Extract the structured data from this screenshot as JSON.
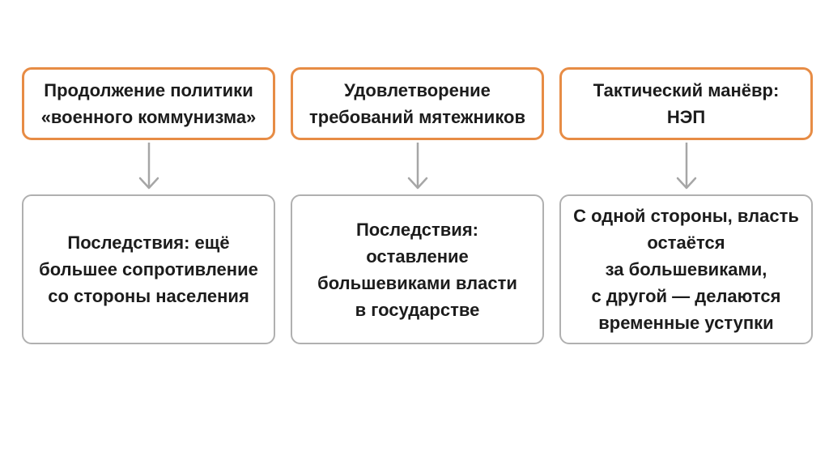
{
  "diagram": {
    "accent_border_color": "#E78C45",
    "result_border_color": "#B0B0B0",
    "arrow_color": "#A6A6A6",
    "text_color": "#1C1C1C",
    "columns": [
      {
        "top_lines": [
          "Продолжение политики",
          "«военного коммунизма»"
        ],
        "bottom_lines": [
          "Последствия: ещё",
          "большее сопротивление",
          "со стороны населения"
        ]
      },
      {
        "top_lines": [
          "Удовлетворение",
          "требований мятежников"
        ],
        "bottom_lines": [
          "Последствия:",
          "оставление",
          "большевиками власти",
          "в государстве"
        ]
      },
      {
        "top_lines": [
          "Тактический манёвр:",
          "НЭП"
        ],
        "bottom_lines": [
          "С одной стороны, власть",
          "остаётся",
          "за большевиками,",
          "с другой — делаются",
          "временные уступки"
        ]
      }
    ]
  }
}
